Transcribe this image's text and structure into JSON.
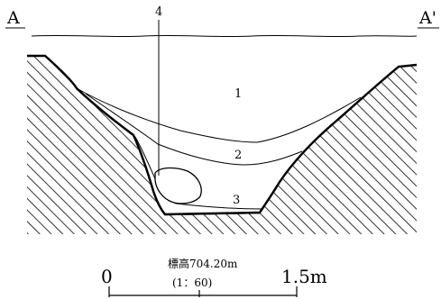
{
  "section": {
    "left_label": "A",
    "right_label": "A'",
    "post_label": "4",
    "layers": [
      "1",
      "2",
      "3"
    ]
  },
  "scale": {
    "zero_label": "0",
    "max_label": "1.5m",
    "elevation_label": "標高704.20m",
    "ratio_label": "(1：60)"
  },
  "colors": {
    "ink": "#000000",
    "background": "#ffffff"
  }
}
